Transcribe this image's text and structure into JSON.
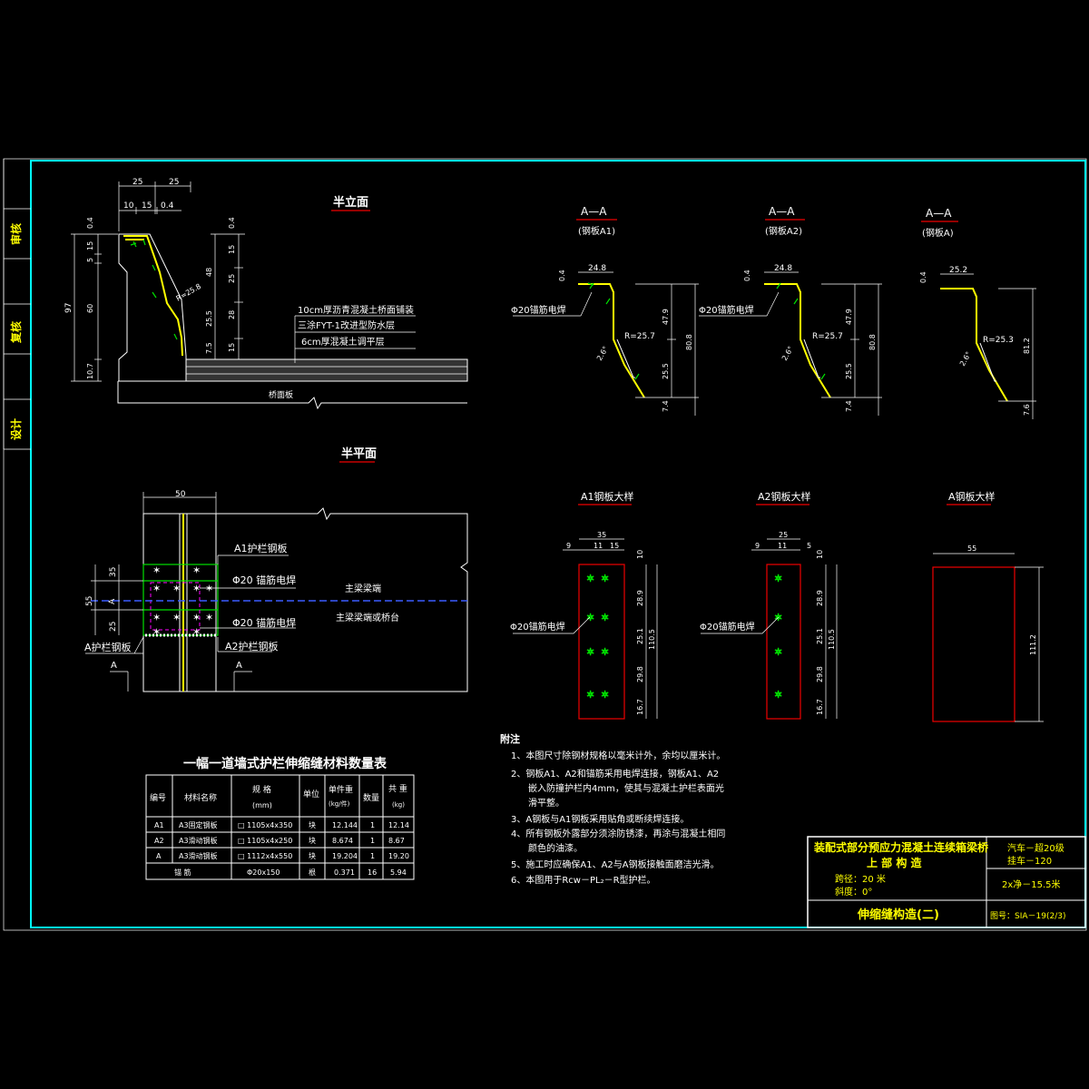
{
  "colors": {
    "background": "#000000",
    "frame": "#00ffff",
    "lines": "#ffffff",
    "annotation": "#ffff00",
    "rebar": "#00e000",
    "plate": "#e00000",
    "beam_axis": "#3a5cff"
  },
  "side_stamp": {
    "shen_he": "审核",
    "fu_he": "复核",
    "she_ji": "设计"
  },
  "elevation": {
    "title": "半立面",
    "dims_top": [
      "25",
      "25",
      "10",
      "15",
      "0.4"
    ],
    "dims_left": [
      "0.4",
      "15",
      "5",
      "97",
      "60",
      "10.7"
    ],
    "dims_right": [
      "0.4",
      "15",
      "48",
      "25",
      "25.5",
      "28",
      "7.5",
      "15"
    ],
    "radius": "R=25.8",
    "layers": [
      "10cm厚沥青混凝土桥面铺装",
      "三涂FYT-1改进型防水层",
      "6cm厚混凝土调平层"
    ],
    "deck": "桥面板"
  },
  "plan": {
    "title": "半平面",
    "dim_top": "50",
    "dims_left": [
      "35",
      "55",
      "25"
    ],
    "axis_mark": "A",
    "labels": {
      "a1_plate": "A1护栏钢板",
      "weld_top": "Φ20 锚筋电焊",
      "beam_end": "主梁梁端",
      "weld_bottom": "Φ20 锚筋电焊",
      "abutment": "主梁梁端或桥台",
      "a2_plate": "A2护栏钢板",
      "a_plate": "A护栏钢板"
    },
    "section_a": "A"
  },
  "sections": [
    {
      "title": "A—A",
      "sub": "(钢板A1)",
      "top": "24.8",
      "tvert": "0.4",
      "weld": "Φ20锚筋电焊",
      "radius": "R=25.7",
      "angle": "2.6°",
      "dims": [
        "47.9",
        "80.8",
        "25.5",
        "7.4"
      ]
    },
    {
      "title": "A—A",
      "sub": "(钢板A2)",
      "top": "24.8",
      "tvert": "0.4",
      "weld": "Φ20锚筋电焊",
      "radius": "R=25.7",
      "angle": "2.6°",
      "dims": [
        "47.9",
        "80.8",
        "25.5",
        "7.4"
      ]
    },
    {
      "title": "A—A",
      "sub": "(钢板A)",
      "top": "25.2",
      "tvert": "0.4",
      "radius": "R=25.3",
      "angle": "2.6°",
      "dims": [
        "81.2",
        "7.6"
      ]
    }
  ],
  "plate_details": [
    {
      "title": "A1钢板大样",
      "dims_top": [
        "35",
        "9",
        "11",
        "15"
      ],
      "dims_right": [
        "10",
        "28.9",
        "25.1",
        "110.5",
        "29.8",
        "16.7"
      ],
      "weld": "Φ20锚筋电焊"
    },
    {
      "title": "A2钢板大样",
      "dims_top": [
        "25",
        "9",
        "11",
        "5"
      ],
      "dims_right": [
        "10",
        "28.9",
        "25.1",
        "110.5",
        "29.8",
        "16.7"
      ],
      "weld": "Φ20锚筋电焊"
    },
    {
      "title": "A钢板大样",
      "dims_top": [
        "55"
      ],
      "dims_right": [
        "111.2"
      ]
    }
  ],
  "table": {
    "title": "一幅一道墙式护栏伸缩缝材料数量表",
    "headers": [
      "编号",
      "材料名称",
      "规 格",
      "(mm)",
      "单位",
      "单件重",
      "(kg/件)",
      "数量",
      "共 重",
      "(kg)"
    ],
    "rows": [
      [
        "A1",
        "A3固定钢板",
        "□ 1105x4x350",
        "块",
        "12.144",
        "1",
        "12.14"
      ],
      [
        "A2",
        "A3滑动钢板",
        "□ 1105x4x250",
        "块",
        "8.674",
        "1",
        "8.67"
      ],
      [
        "A",
        "A3滑动钢板",
        "□ 1112x4x550",
        "块",
        "19.204",
        "1",
        "19.20"
      ],
      [
        "锚 筋",
        "",
        "Φ20x150",
        "根",
        "0.371",
        "16",
        "5.94"
      ]
    ]
  },
  "notes": {
    "heading": "附注",
    "items": [
      "1、本图尺寸除钢材规格以毫米计外，余均以厘米计。",
      "2、钢板A1、A2和锚筋采用电焊连接，钢板A1、A2",
      "嵌入防撞护栏内4mm，使其与混凝土护栏表面光",
      "滑平整。",
      "3、A钢板与A1钢板采用贴角或断续焊连接。",
      "4、所有钢板外露部分须涂防锈漆，再涂与混凝土相同",
      "颜色的油漆。",
      "5、施工时应确保A1、A2与A钢板接触面磨洁光滑。",
      "6、本图用于Rcw－PL₂－R型护栏。"
    ]
  },
  "title_block": {
    "project": "装配式部分预应力混凝土连续箱梁桥",
    "part": "上 部 构 造",
    "span": "跨径：20 米",
    "skew": "斜度：0°",
    "load1": "汽车－超20级",
    "load2": "挂车－120",
    "width": "2x净－15.5米",
    "drawing_name": "伸缩缝构造(二)",
    "drawing_no": "图号：SIA－19(2/3)"
  }
}
